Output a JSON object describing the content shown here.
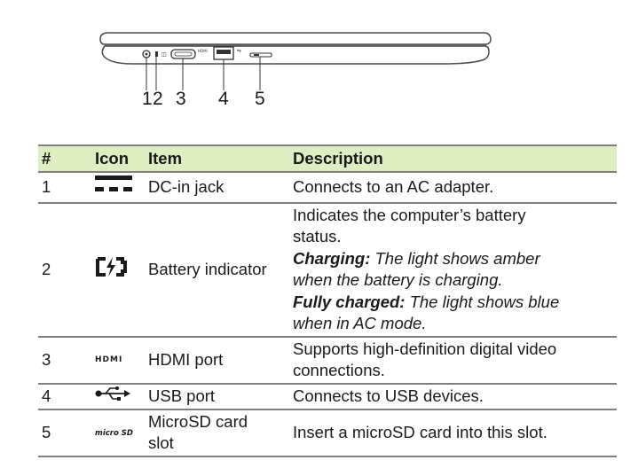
{
  "illustration": {
    "callouts": [
      "1",
      "2",
      "3",
      "4",
      "5"
    ]
  },
  "table": {
    "headers": {
      "num": "#",
      "icon": "Icon",
      "item": "Item",
      "description": "Description"
    },
    "header_color": "#dfeec2",
    "rows": [
      {
        "num": "1",
        "icon": "dc-in-jack-icon",
        "item": "DC-in jack",
        "description": [
          "Connects to an AC adapter."
        ]
      },
      {
        "num": "2",
        "icon": "battery-charging-icon",
        "item": "Battery indicator",
        "description_intro": [
          "Indicates the computer’s battery",
          "status."
        ],
        "charging_label": "Charging:",
        "charging_text_1": " The light shows amber",
        "charging_text_2": "when the battery is charging.",
        "full_label": "Fully charged:",
        "full_text_1": " The light shows blue",
        "full_text_2": "when in AC mode."
      },
      {
        "num": "3",
        "icon": "hdmi-icon",
        "icon_text": "HDMI",
        "item": "HDMI port",
        "description": [
          "Supports high-definition digital video",
          "connections."
        ]
      },
      {
        "num": "4",
        "icon": "usb-icon",
        "item": "USB port",
        "description": [
          "Connects to USB devices."
        ]
      },
      {
        "num": "5",
        "icon": "microsd-icon",
        "icon_text": "micro SD",
        "item": [
          "MicroSD card",
          "slot"
        ],
        "description": [
          "Insert a microSD card into this slot."
        ]
      }
    ]
  }
}
